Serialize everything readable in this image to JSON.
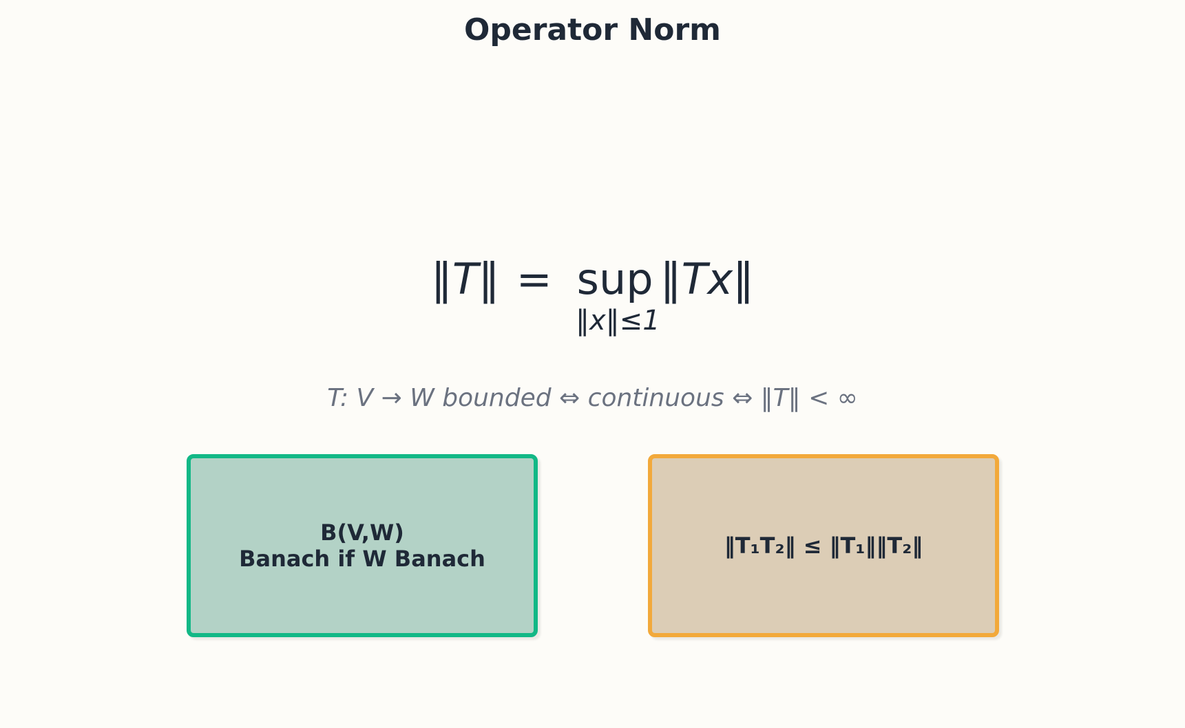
{
  "title": "Operator Norm",
  "formula": {
    "lhs": "‖T‖",
    "equals": "=",
    "operator": "sup",
    "rhs": "‖Tx‖",
    "subscript": "‖x‖≤1"
  },
  "caption": "T: V → W bounded ⇔ continuous ⇔ ‖T‖ < ∞",
  "boxes": [
    {
      "line1": "B(V,W)",
      "line2": "Banach if W Banach",
      "fill": "#b3d2c6",
      "border": "#12b886"
    },
    {
      "line1": "‖T₁T₂‖ ≤ ‖T₁‖‖T₂‖",
      "fill": "#dccdb6",
      "border": "#f2a93b"
    }
  ]
}
